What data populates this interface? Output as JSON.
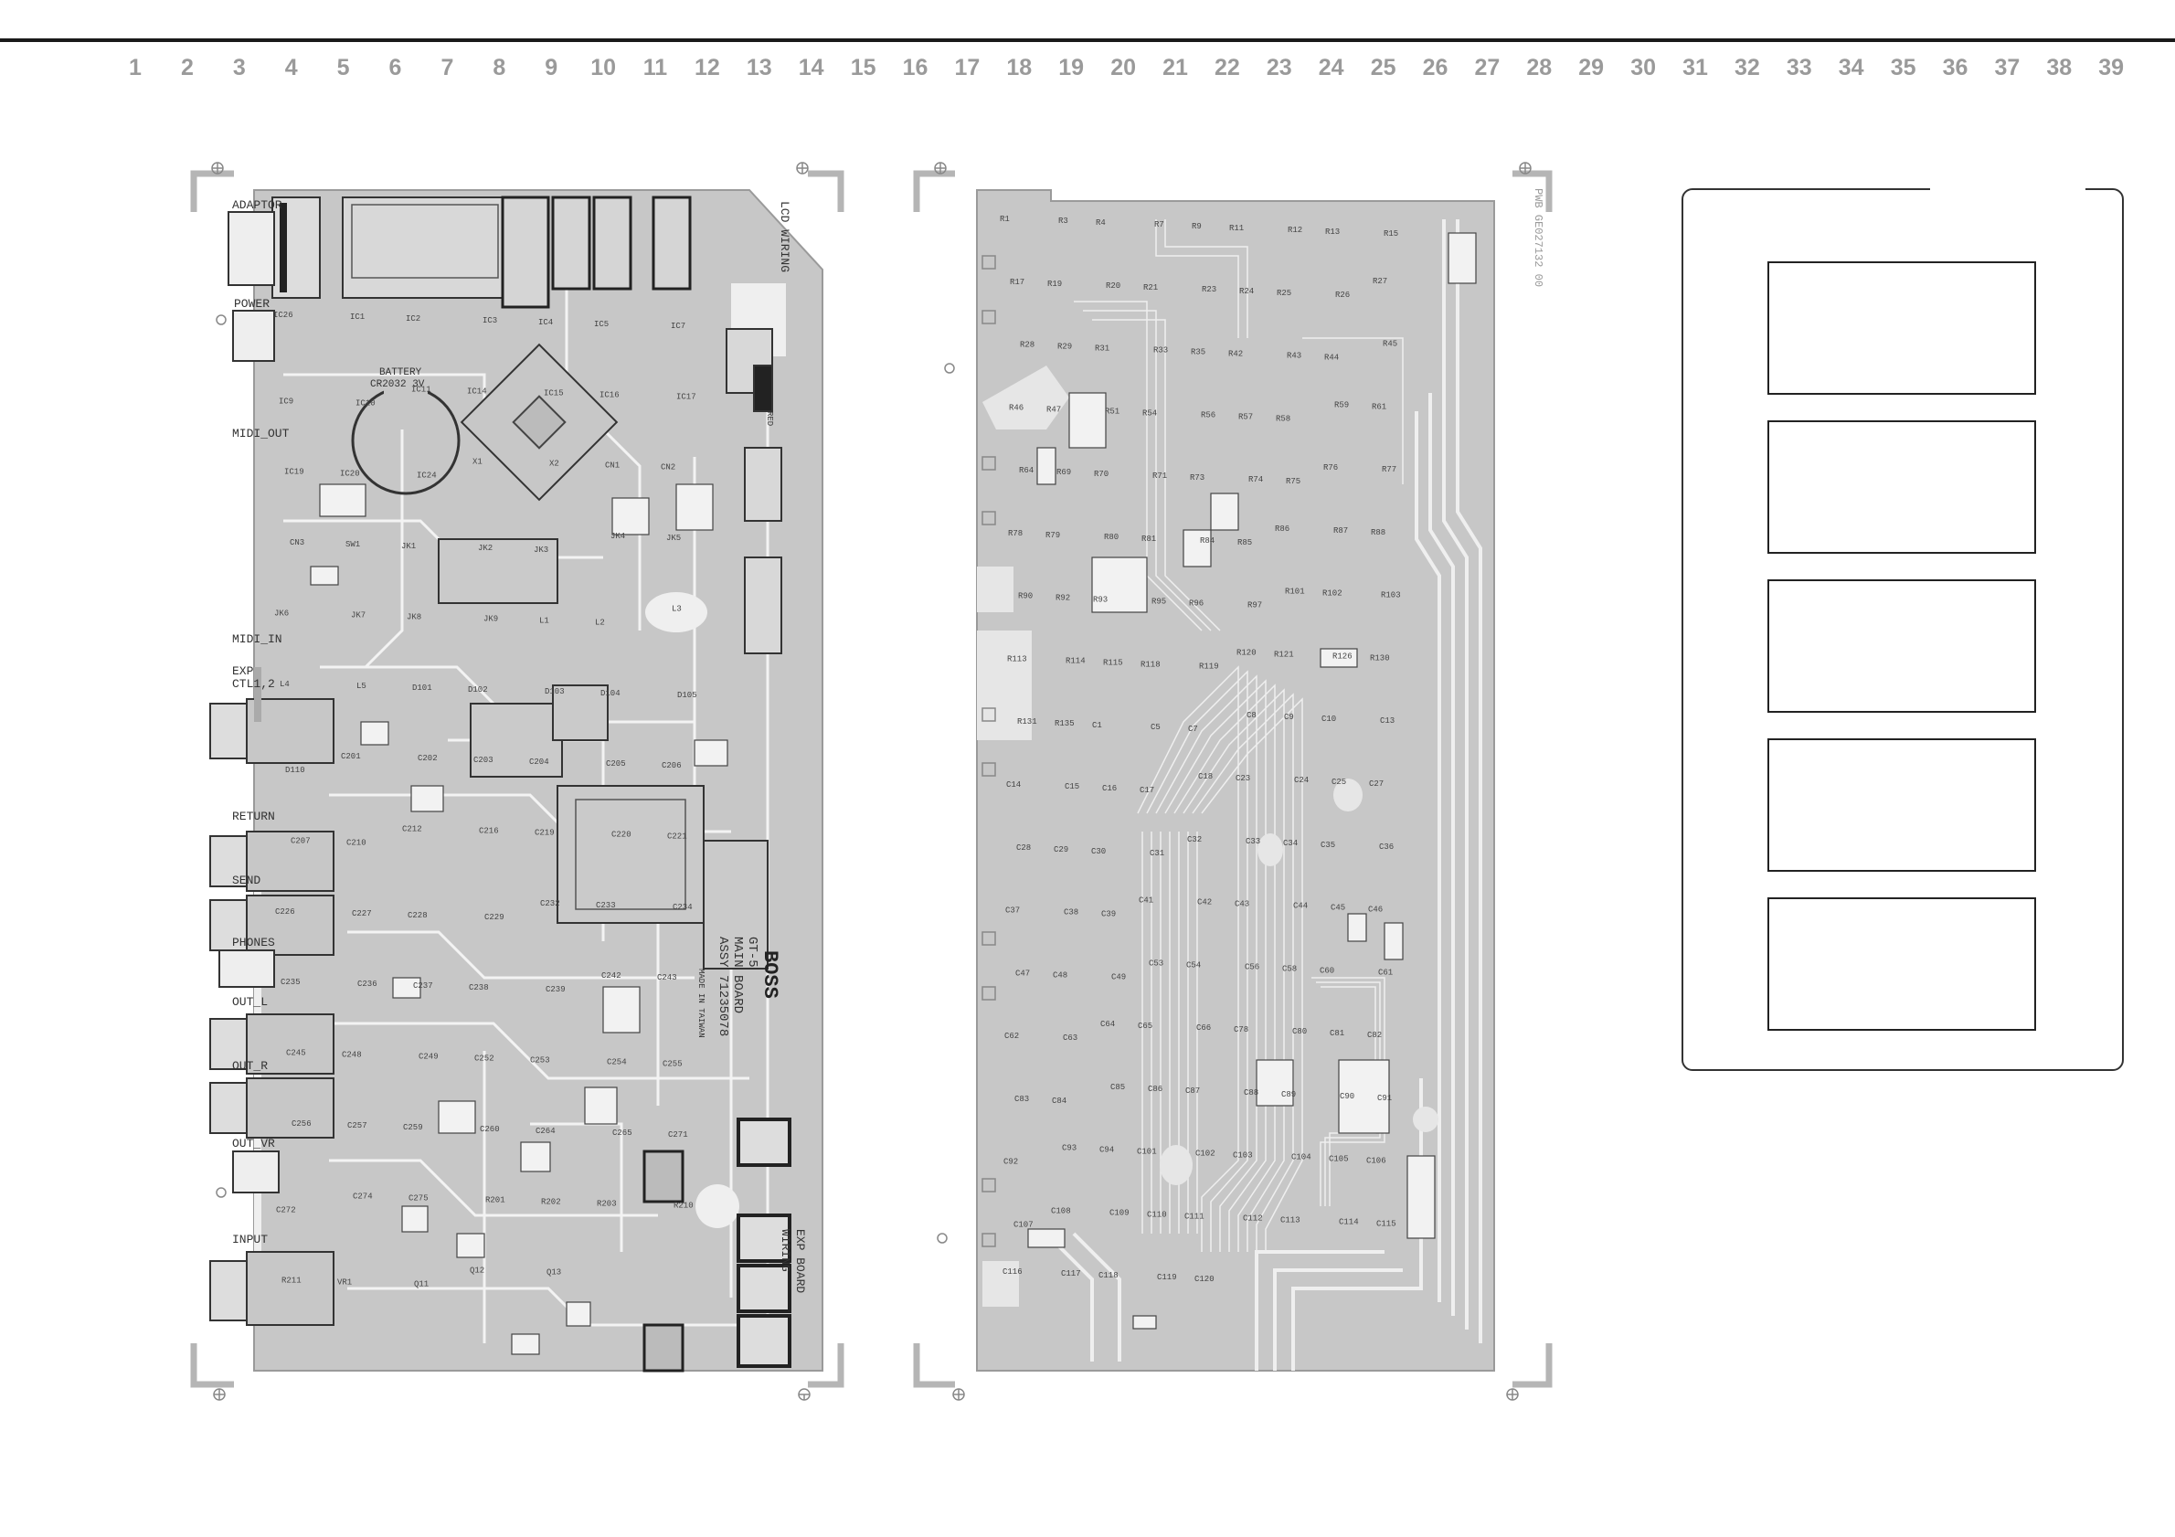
{
  "ruler": {
    "numbers": [
      "1",
      "2",
      "3",
      "4",
      "5",
      "6",
      "7",
      "8",
      "9",
      "10",
      "11",
      "12",
      "13",
      "14",
      "15",
      "16",
      "17",
      "18",
      "19",
      "20",
      "21",
      "22",
      "23",
      "24",
      "25",
      "26",
      "27",
      "28",
      "29",
      "30",
      "31",
      "32",
      "33",
      "34",
      "35",
      "36",
      "37",
      "38",
      "39"
    ]
  },
  "main_board": {
    "connectors": [
      {
        "label": "ADAPTOR"
      },
      {
        "label": "POWER"
      },
      {
        "label": "MIDI_OUT"
      },
      {
        "label": "MIDI_IN"
      },
      {
        "label": "EXP"
      },
      {
        "label": "CTL1,2"
      },
      {
        "label": "RETURN"
      },
      {
        "label": "SEND"
      },
      {
        "label": "PHONES"
      },
      {
        "label": "OUT_L"
      },
      {
        "label": "OUT_R"
      },
      {
        "label": "OUT_VR"
      },
      {
        "label": "INPUT"
      }
    ],
    "battery_label": "BATTERY",
    "battery_type": "CR2032 3V",
    "lcd_wiring": "LCD WIRING",
    "exp_board_wiring_line1": "EXP BOARD",
    "exp_board_wiring_line2": "WIRING",
    "brand": "BOSS",
    "model": "GT-5",
    "board_name": "MAIN BOARD",
    "assy": "ASSY 71235078",
    "made_in": "MADE IN TAIWAN",
    "red_label": "RED",
    "refs": [
      "IC26",
      "IC1",
      "IC2",
      "IC3",
      "IC4",
      "IC5",
      "IC7",
      "IC9",
      "IC10",
      "IC11",
      "IC14",
      "IC15",
      "IC16",
      "IC17",
      "IC19",
      "IC20",
      "IC24",
      "X1",
      "X2",
      "CN1",
      "CN2",
      "CN3",
      "SW1",
      "JK1",
      "JK2",
      "JK3",
      "JK4",
      "JK5",
      "JK6",
      "JK7",
      "JK8",
      "JK9",
      "L1",
      "L2",
      "L3",
      "L4",
      "L5",
      "D101",
      "D102",
      "D103",
      "D104",
      "D105",
      "D110",
      "C201",
      "C202",
      "C203",
      "C204",
      "C205",
      "C206",
      "C207",
      "C210",
      "C212",
      "C216",
      "C219",
      "C220",
      "C221",
      "C226",
      "C227",
      "C228",
      "C229",
      "C232",
      "C233",
      "C234",
      "C235",
      "C236",
      "C237",
      "C238",
      "C239",
      "C242",
      "C243",
      "C245",
      "C248",
      "C249",
      "C252",
      "C253",
      "C254",
      "C255",
      "C256",
      "C257",
      "C259",
      "C260",
      "C264",
      "C265",
      "C271",
      "C272",
      "C274",
      "C275",
      "R201",
      "R202",
      "R203",
      "R210",
      "R211",
      "VR1",
      "Q11",
      "Q12",
      "Q13"
    ]
  },
  "solder_side": {
    "pwb_code": "PWB GE027132 00",
    "refs": [
      "R1",
      "R3",
      "R4",
      "R7",
      "R9",
      "R11",
      "R12",
      "R13",
      "R15",
      "R17",
      "R19",
      "R20",
      "R21",
      "R23",
      "R24",
      "R25",
      "R26",
      "R27",
      "R28",
      "R29",
      "R31",
      "R33",
      "R35",
      "R42",
      "R43",
      "R44",
      "R45",
      "R46",
      "R47",
      "R51",
      "R54",
      "R56",
      "R57",
      "R58",
      "R59",
      "R61",
      "R64",
      "R69",
      "R70",
      "R71",
      "R73",
      "R74",
      "R75",
      "R76",
      "R77",
      "R78",
      "R79",
      "R80",
      "R81",
      "R84",
      "R85",
      "R86",
      "R87",
      "R88",
      "R90",
      "R92",
      "R93",
      "R95",
      "R96",
      "R97",
      "R101",
      "R102",
      "R103",
      "R113",
      "R114",
      "R115",
      "R118",
      "R119",
      "R120",
      "R121",
      "R126",
      "R130",
      "R131",
      "R135",
      "C1",
      "C5",
      "C7",
      "C8",
      "C9",
      "C10",
      "C13",
      "C14",
      "C15",
      "C16",
      "C17",
      "C18",
      "C23",
      "C24",
      "C25",
      "C27",
      "C28",
      "C29",
      "C30",
      "C31",
      "C32",
      "C33",
      "C34",
      "C35",
      "C36",
      "C37",
      "C38",
      "C39",
      "C41",
      "C42",
      "C43",
      "C44",
      "C45",
      "C46",
      "C47",
      "C48",
      "C49",
      "C53",
      "C54",
      "C56",
      "C58",
      "C60",
      "C61",
      "C62",
      "C63",
      "C64",
      "C65",
      "C66",
      "C78",
      "C80",
      "C81",
      "C82",
      "C83",
      "C84",
      "C85",
      "C86",
      "C87",
      "C88",
      "C89",
      "C90",
      "C91",
      "C92",
      "C93",
      "C94",
      "C101",
      "C102",
      "C103",
      "C104",
      "C105",
      "C106",
      "C107",
      "C108",
      "C109",
      "C110",
      "C111",
      "C112",
      "C113",
      "C114",
      "C115",
      "C116",
      "C117",
      "C118",
      "C119",
      "C120"
    ]
  },
  "legend_panel": {
    "boxes": [
      "",
      "",
      "",
      "",
      ""
    ]
  },
  "colors": {
    "board": "#c7c7c7",
    "copper": "#f3f3f3",
    "pad_dark": "#262626",
    "ruler_text": "#9a9a9a",
    "frame": "#333333"
  }
}
